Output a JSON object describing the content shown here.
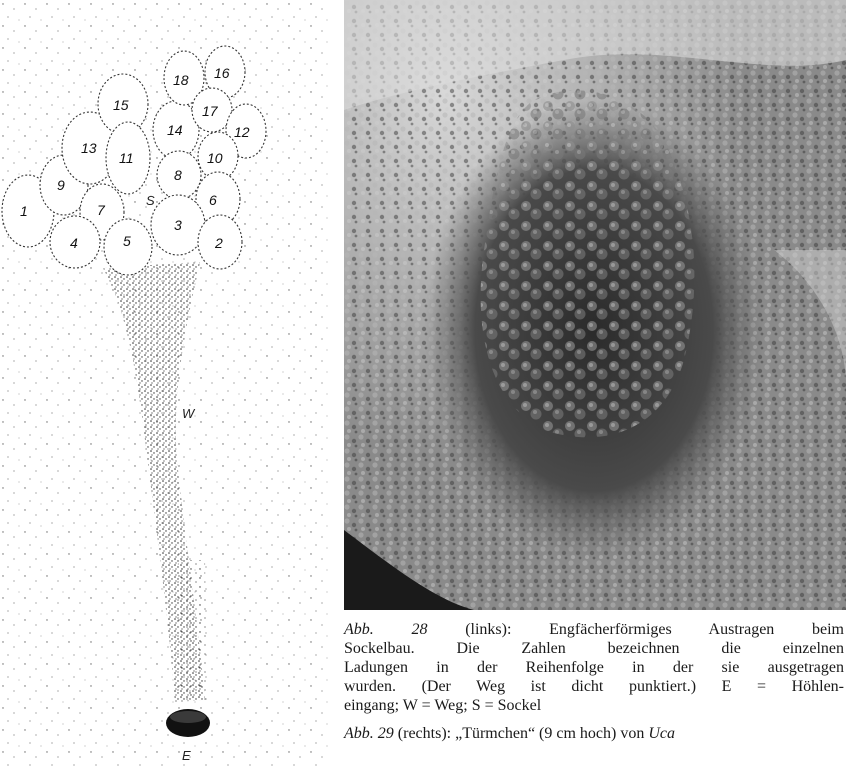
{
  "figure_left": {
    "loads": [
      {
        "n": "1"
      },
      {
        "n": "2"
      },
      {
        "n": "3"
      },
      {
        "n": "4"
      },
      {
        "n": "5"
      },
      {
        "n": "6"
      },
      {
        "n": "7"
      },
      {
        "n": "8"
      },
      {
        "n": "9"
      },
      {
        "n": "10"
      },
      {
        "n": "11"
      },
      {
        "n": "12"
      },
      {
        "n": "13"
      },
      {
        "n": "14"
      },
      {
        "n": "15"
      },
      {
        "n": "16"
      },
      {
        "n": "17"
      },
      {
        "n": "18"
      }
    ],
    "label_s": "S",
    "label_w": "W",
    "label_e": "E"
  },
  "caption": {
    "abb28_ref": "Abb. 28",
    "abb28_line1": " (links): Engfächerförmiges Austragen beim",
    "abb28_line2": "Sockelbau. Die Zahlen bezeichnen die einzelnen",
    "abb28_line3": "Ladungen in der Reihenfolge in der sie ausgetragen",
    "abb28_line4": "wurden. (Der Weg ist dicht punktiert.) E = Höhlen-",
    "abb28_line5": "eingang; W = Weg; S = Sockel",
    "abb29_ref": "Abb. 29",
    "abb29_text": " (rechts): „Türmchen“ (9 cm hoch) von ",
    "abb29_species": "Uca"
  }
}
